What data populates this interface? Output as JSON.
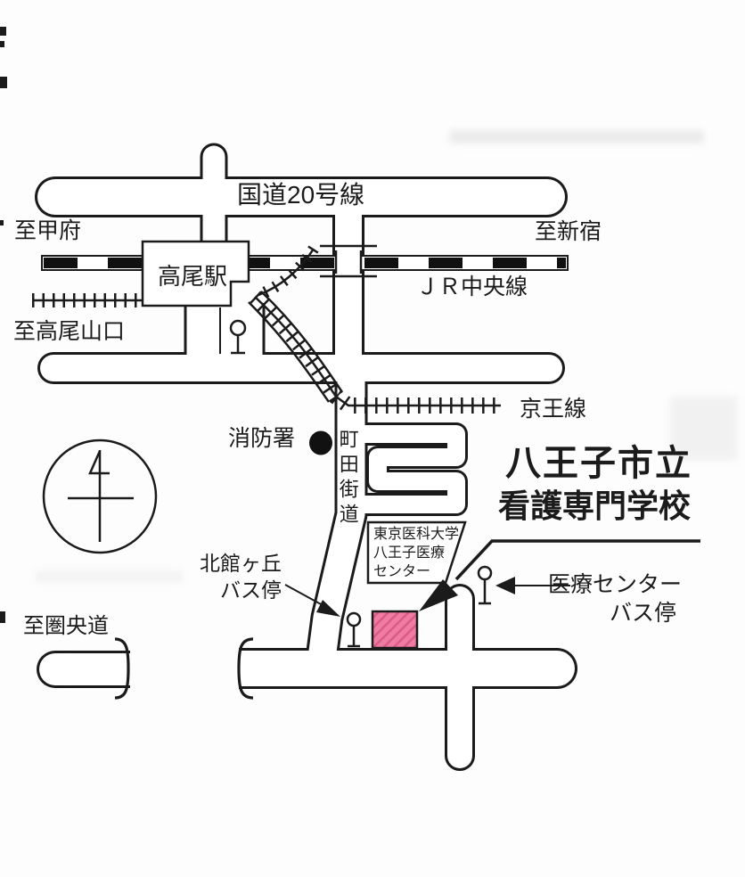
{
  "map": {
    "roads": {
      "route20": "国道20号線",
      "machida_kaido": "町田街道",
      "to_kofu": "至甲府",
      "to_shinjuku": "至新宿",
      "to_takaosanguchi": "至高尾山口",
      "to_kenodo": "至圏央道"
    },
    "railways": {
      "jr_chuo": "ＪＲ中央線",
      "keio": "京王線"
    },
    "station": {
      "name": "高尾駅"
    },
    "pois": {
      "fire_station": "消防署",
      "medical_center_line1": "東京医科大学",
      "medical_center_line2": "八王子医療",
      "medical_center_line3": "センター",
      "school_line1": "八王子市立",
      "school_line2": "看護専門学校"
    },
    "bus_stops": {
      "kitatategaoka_line1": "北館ヶ丘",
      "kitatategaoka_line2": "バス停",
      "medical_line1": "医療センター",
      "medical_line2": "バス停"
    },
    "icons": {
      "compass": "north-compass-icon",
      "fire_dot": "fire-station-dot-icon",
      "bus_pole": "bus-stop-pole-icon"
    },
    "colors": {
      "ink": "#1b1b1b",
      "building_fill": "#f07ba3",
      "building_hatch": "#d85a85",
      "paper": "#fdfdfd"
    }
  }
}
